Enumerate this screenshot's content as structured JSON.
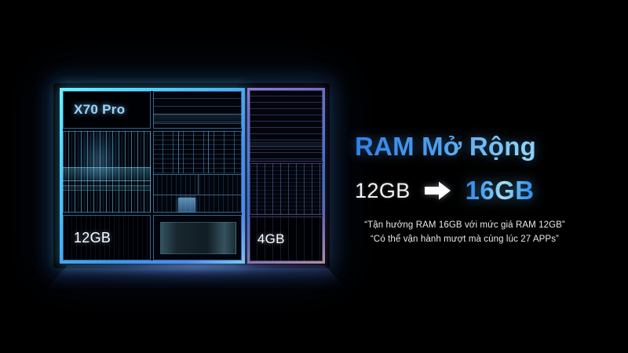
{
  "slide": {
    "background_color": "#000000",
    "headline": "RAM Mở Rộng",
    "accent_blue": "#4f9ff0",
    "accent_cyan": "#8fd2f4",
    "accent_violet": "#8e7dd4"
  },
  "device": {
    "main_chip": {
      "model_label": "X70 Pro",
      "capacity_label": "12GB",
      "border_color": "#58d9fb"
    },
    "side_chip": {
      "capacity_label": "4GB",
      "border_color": "#6f6fc6"
    }
  },
  "capacity": {
    "from_label": "12GB",
    "arrow_icon": "arrow-right-icon",
    "to_label": "16GB",
    "to_color": "#4ea6f2"
  },
  "quotes": [
    "“Tận hưởng RAM 16GB với mức giá RAM 12GB”",
    "“Có thể vận hành mượt mà cùng lúc 27 APPs”"
  ]
}
